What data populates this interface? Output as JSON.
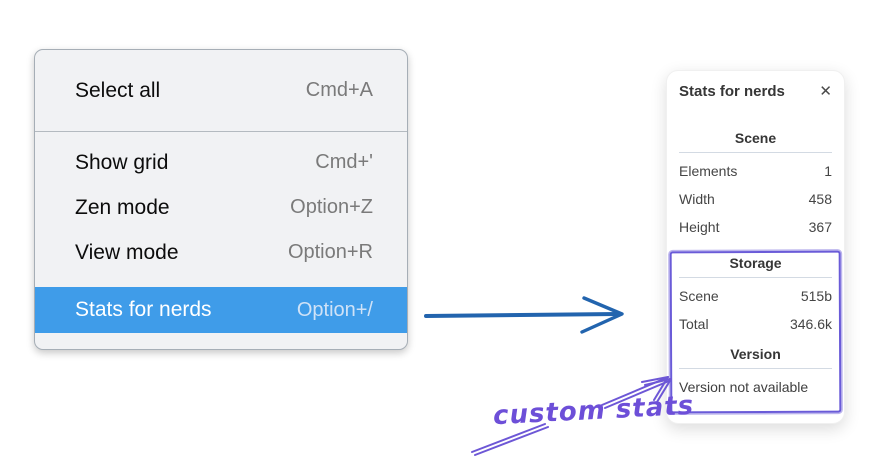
{
  "colors": {
    "menu_highlight": "#3f9ce9",
    "flow_arrow": "#2264ae",
    "annotation": "#6d4fd8",
    "panel_divider": "#d3dae3"
  },
  "menu": {
    "items": [
      {
        "label": "Select all",
        "shortcut": "Cmd+A",
        "highlighted": false
      },
      {
        "label": "Show grid",
        "shortcut": "Cmd+'",
        "highlighted": false
      },
      {
        "label": "Zen mode",
        "shortcut": "Option+Z",
        "highlighted": false
      },
      {
        "label": "View mode",
        "shortcut": "Option+R",
        "highlighted": false
      },
      {
        "label": "Stats for nerds",
        "shortcut": "Option+/",
        "highlighted": true
      }
    ]
  },
  "panel": {
    "title": "Stats for nerds",
    "close_icon": "✕",
    "sections": {
      "scene": {
        "header": "Scene",
        "rows": [
          {
            "label": "Elements",
            "value": "1"
          },
          {
            "label": "Width",
            "value": "458"
          },
          {
            "label": "Height",
            "value": "367"
          }
        ]
      },
      "storage": {
        "header": "Storage",
        "rows": [
          {
            "label": "Scene",
            "value": "515b"
          },
          {
            "label": "Total",
            "value": "346.6k"
          }
        ]
      },
      "version": {
        "header": "Version",
        "note": "Version not available"
      }
    }
  },
  "annotation": {
    "label": "custom stats"
  }
}
